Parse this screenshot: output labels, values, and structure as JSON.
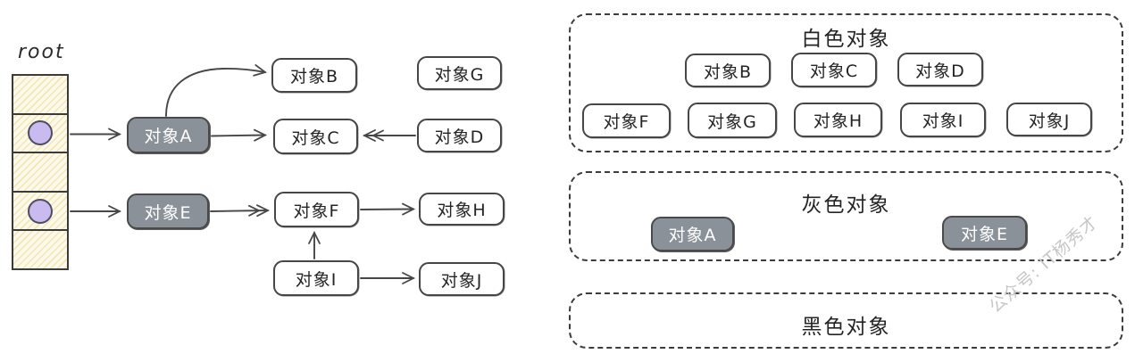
{
  "left_diagram": {
    "root_label": "root",
    "stack": {
      "cell_count": 5,
      "pointer_cells": [
        2,
        4
      ]
    },
    "nodes": {
      "A": {
        "label": "对象A",
        "color": "gray"
      },
      "B": {
        "label": "对象B",
        "color": "white"
      },
      "C": {
        "label": "对象C",
        "color": "white"
      },
      "D": {
        "label": "对象D",
        "color": "white"
      },
      "E": {
        "label": "对象E",
        "color": "gray"
      },
      "F": {
        "label": "对象F",
        "color": "white"
      },
      "G": {
        "label": "对象G",
        "color": "white"
      },
      "H": {
        "label": "对象H",
        "color": "white"
      },
      "I": {
        "label": "对象I",
        "color": "white"
      },
      "J": {
        "label": "对象J",
        "color": "white"
      }
    },
    "edges": [
      {
        "from": "root-slot-2",
        "to": "对象A"
      },
      {
        "from": "root-slot-4",
        "to": "对象E"
      },
      {
        "from": "对象A",
        "to": "对象B"
      },
      {
        "from": "对象A",
        "to": "对象C"
      },
      {
        "from": "对象D",
        "to": "对象C"
      },
      {
        "from": "对象E",
        "to": "对象F"
      },
      {
        "from": "对象F",
        "to": "对象H"
      },
      {
        "from": "对象I",
        "to": "对象F"
      },
      {
        "from": "对象I",
        "to": "对象J"
      }
    ]
  },
  "right_panels": [
    {
      "title": "白色对象",
      "rows": [
        [
          "对象B",
          "对象C",
          "对象D"
        ],
        [
          "对象F",
          "对象G",
          "对象H",
          "对象I",
          "对象J"
        ]
      ]
    },
    {
      "title": "灰色对象",
      "rows": [
        [
          "对象A",
          "对象E"
        ]
      ]
    },
    {
      "title": "黑色对象",
      "rows": []
    }
  ],
  "watermark": "公众号: IT杨秀才",
  "colors": {
    "outline": "#3c3c3c",
    "gray_object_fill": "#8b9198",
    "white_object_fill": "#ffffff",
    "stack_fill": "#fdf9ea",
    "stack_hatch": "#f2e6b4",
    "pointer_dot_fill": "#c9baf0",
    "watermark_text": "#c7c7c7"
  }
}
